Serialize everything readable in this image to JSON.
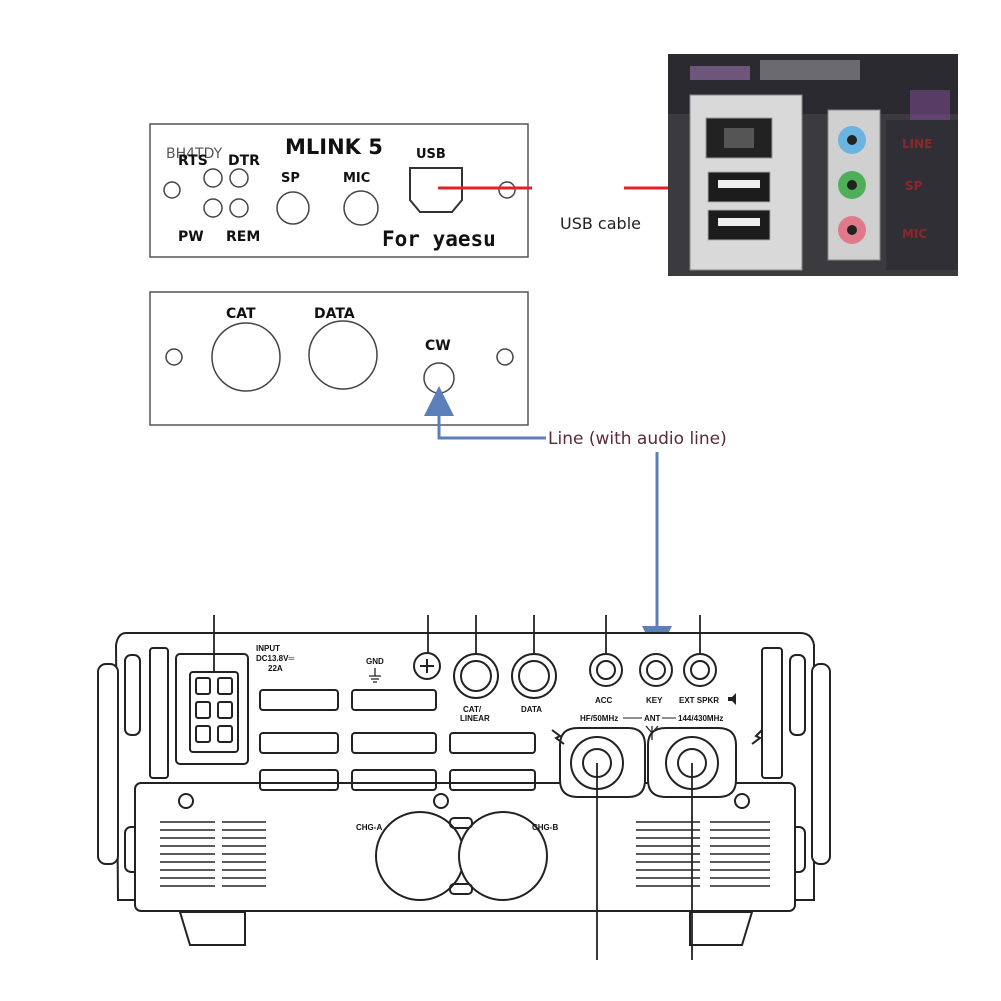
{
  "front_panel": {
    "overlay_text": "BH4TDY",
    "title": "MLINK 5",
    "usb_label": "USB",
    "rts_label": "RTS",
    "dtr_label": "DTR",
    "pw_label": "PW",
    "rem_label": "REM",
    "sp_label": "SP",
    "mic_label": "MIC",
    "subtitle": "For yaesu"
  },
  "rear_panel": {
    "cat_label": "CAT",
    "data_label": "DATA",
    "cw_label": "CW"
  },
  "connections": {
    "usb_cable_label": "USB cable",
    "line_label": "Line (with audio line)"
  },
  "colors": {
    "usb_arrow": "#e0212b",
    "line_wire": "#5b7fb8",
    "line_text": "#5a2a3a"
  },
  "radio": {
    "input_label_1": "INPUT",
    "input_label_2": "DC13.8V═",
    "input_label_3": "22A",
    "gnd_label": "GND",
    "cat_linear_1": "CAT/",
    "cat_linear_2": "LINEAR",
    "data_label": "DATA",
    "acc_label": "ACC",
    "key_label": "KEY",
    "ext_spkr_label": "EXT SPKR",
    "hf_label": "HF/50MHz",
    "ant_label": "ANT",
    "vhf_label": "144/430MHz",
    "chga_label": "CHG-A",
    "chgb_label": "CHG-B"
  },
  "motherboard": {
    "port_labels": [
      "LINE",
      "SP",
      "MIC"
    ]
  }
}
